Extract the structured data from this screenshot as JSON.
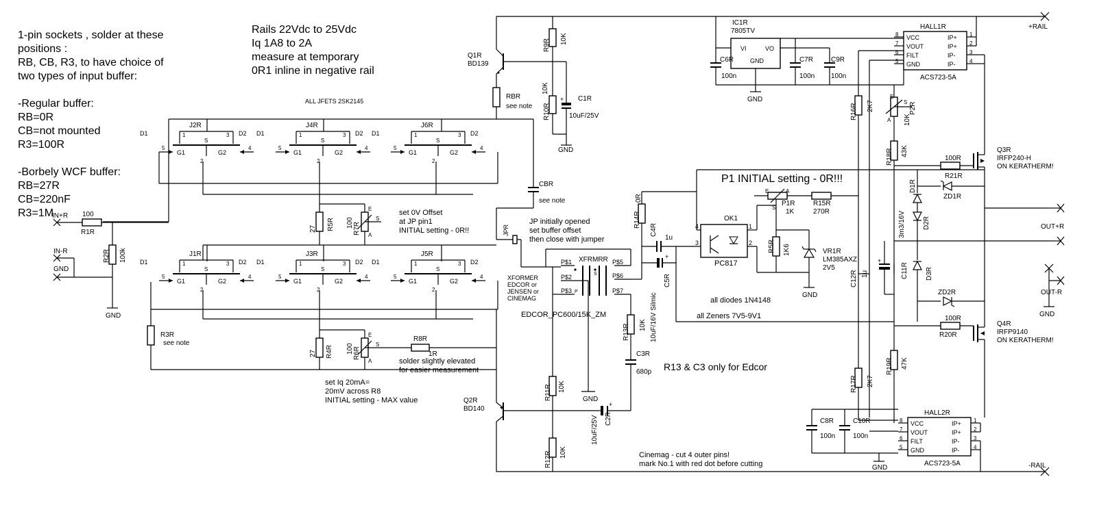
{
  "notes": {
    "sockets": "1-pin sockets , solder at these\npositions :\nRB, CB, R3, to have choice of\ntwo types of input buffer:\n\n-Regular buffer:\nRB=0R\nCB=not mounted\nR3=100R\n\n-Borbely WCF buffer:\nRB=27R\nCB=220nF\nR3=1M",
    "rails": "Rails 22Vdc to 25Vdc\nIq 1A8 to 2A\nmeasure at temporary\n0R1 inline in negative rail",
    "jfets": "ALL JFETS 2SK2145",
    "offset": "set 0V Offset\nat JP pin1\nINITIAL setting - 0R!!",
    "jumper": "JP initially opened\nset buffer offset\nthen close with jumper",
    "iq": "set Iq 20mA=\n20mV across R8\nINITIAL setting - MAX value",
    "r8": "solder slightly elevated\nfor easier measurement",
    "p1": "P1 INITIAL setting - 0R!!!",
    "diodes": "all diodes 1N4148",
    "zeners": "all Zeners 7V5-9V1",
    "edcor": "R13 & C3 only for Edcor",
    "cinemag": "Cinemag - cut 4 outer pins!\nmark No.1 with red dot before cutting",
    "xformer": "XFORMER\nEDCOR or\nJENSEN or\nCINEMAG",
    "xformer_part": "EDCOR_PC600/15K_ZM"
  },
  "ports": {
    "plus_rail": "+RAIL",
    "minus_rail": "-RAIL",
    "out_plus": "OUT+R",
    "out_minus": "OUT-R",
    "in_plus": "IN+R",
    "in_minus": "IN-R",
    "gnd": "GND"
  },
  "ic1": {
    "ref": "IC1R",
    "part": "7805TV",
    "vi": "VI",
    "vo": "VO",
    "gnd": "GND"
  },
  "hall1": {
    "ref": "HALL1R",
    "part": "ACS723-5A",
    "pins_left": [
      "VCC",
      "VOUT",
      "FILT",
      "GND"
    ],
    "pins_right": [
      "IP+",
      "IP+",
      "IP-",
      "IP-"
    ],
    "nums_left": [
      "8",
      "7",
      "6",
      "5"
    ],
    "nums_right": [
      "1",
      "2",
      "3",
      "4"
    ]
  },
  "hall2": {
    "ref": "HALL2R",
    "part": "ACS723-5A",
    "pins_left": [
      "VCC",
      "VOUT",
      "FILT",
      "GND"
    ],
    "pins_right": [
      "IP+",
      "IP+",
      "IP-",
      "IP-"
    ],
    "nums_left": [
      "8",
      "7",
      "6",
      "5"
    ],
    "nums_right": [
      "1",
      "2",
      "3",
      "4"
    ]
  },
  "ok1": {
    "ref": "OK1",
    "part": "PC817"
  },
  "parts": {
    "q1": [
      "Q1R",
      "BD139"
    ],
    "q2": [
      "Q2R",
      "BD140"
    ],
    "q3": [
      "Q3R",
      "IRFP240-H",
      "ON KERATHERM!"
    ],
    "q4": [
      "Q4R",
      "IRFP9140",
      "ON KERATHERM!"
    ],
    "r9": [
      "R9R",
      "10K"
    ],
    "r10": [
      "R10R",
      "10K"
    ],
    "c1": [
      "C1R",
      "10uF/25V"
    ],
    "rb": [
      "RBR",
      "see note"
    ],
    "cb": [
      "CBR",
      "see note"
    ],
    "r1": [
      "R1R",
      "100"
    ],
    "r2": [
      "R2R",
      "100k"
    ],
    "r5": [
      "R5R",
      "27"
    ],
    "r7": [
      "R7R",
      "100"
    ],
    "r4": [
      "R4R",
      "27"
    ],
    "r6": [
      "R6R",
      "100"
    ],
    "r3": [
      "R3R",
      "see note"
    ],
    "r8": [
      "R8R",
      "1R"
    ],
    "jp": "JPR",
    "xfmr": "XFRMRR",
    "r14": [
      "R14R",
      "0R"
    ],
    "c4": [
      "C4R",
      "1u"
    ],
    "c5": [
      "C5R",
      "10uF/16V Silmic"
    ],
    "r13": [
      "R13R",
      "10K"
    ],
    "c3": [
      "C3R",
      "680p"
    ],
    "r11": [
      "R11R",
      "10K"
    ],
    "r12": [
      "R12R",
      "10K"
    ],
    "c2": [
      "C2R",
      "10uF/25V"
    ],
    "p1": [
      "P1R",
      "1K"
    ],
    "r15": [
      "R15R",
      "270R"
    ],
    "r5b": [
      "R5R",
      "1K6"
    ],
    "vr1": [
      "VR1R",
      "LM385AXZ",
      "2V5"
    ],
    "c6": [
      "C6R",
      "100n"
    ],
    "c7": [
      "C7R",
      "100n"
    ],
    "c9": [
      "C9R",
      "100n"
    ],
    "c8": [
      "C8R",
      "100n"
    ],
    "c10": [
      "C10R",
      "100n"
    ],
    "r16": [
      "R16R",
      "2K7"
    ],
    "r17": [
      "R17R",
      "2K7"
    ],
    "p2": [
      "P2R",
      "10K"
    ],
    "r18": [
      "R18R",
      "43K"
    ],
    "r19": [
      "R19R",
      "47K"
    ],
    "c12": [
      "C12R",
      "1u"
    ],
    "c13": [
      "",
      "3m3/16V"
    ],
    "c11": [
      "C11R",
      ""
    ],
    "r21": [
      "R21R",
      "100R"
    ],
    "r20": [
      "R20R",
      "100R"
    ],
    "zd1": "ZD1R",
    "zd2": "ZD2R",
    "d1": "D1R",
    "d2": "D2R",
    "d3": "D3R"
  },
  "jfet_labels": {
    "top": [
      "J2R",
      "J4R",
      "J6R"
    ],
    "bottom": [
      "J1R",
      "J3R",
      "J5R"
    ],
    "d1": "D1",
    "d2": "D2",
    "g1": "G1",
    "g2": "G2",
    "s": "S",
    "pins": [
      "1",
      "3",
      "5",
      "4",
      "2"
    ]
  },
  "xfmr_pins": [
    "P$1",
    "P$2",
    "P$3",
    "P$5",
    "P$6",
    "P$7",
    "P",
    "S"
  ],
  "pot_pins": [
    "E",
    "A",
    "S"
  ],
  "pin_nums": [
    "1",
    "2",
    "3",
    "4",
    "5",
    "7",
    "8"
  ]
}
